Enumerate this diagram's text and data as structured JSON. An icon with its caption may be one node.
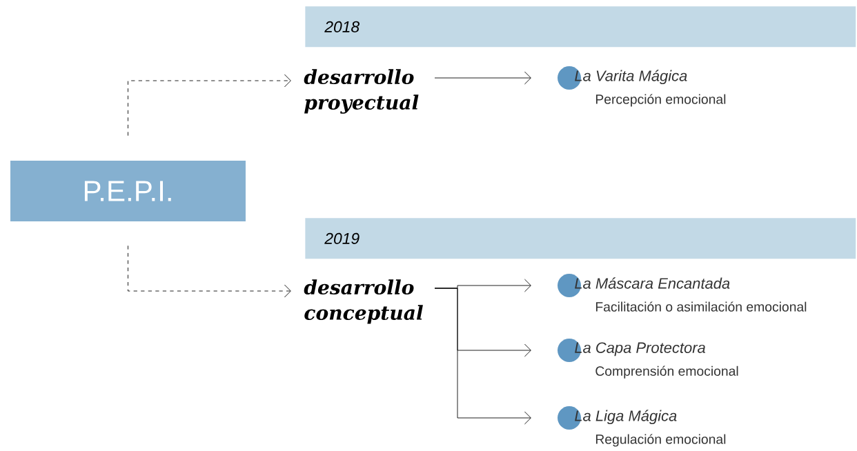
{
  "diagram": {
    "nodes": [
      {
        "text": [
          "P.E.P.I."
        ]
      },
      {
        "text": [
          "2018"
        ]
      },
      {
        "text": [
          "desarrollo proyectual"
        ]
      },
      {
        "text": [
          "La Varita Mágica",
          "Percepción emocional"
        ]
      },
      {
        "text": [
          "2019"
        ]
      },
      {
        "text": [
          "desarrollo conceptual"
        ]
      },
      {
        "text": [
          "La Máscara Encantada",
          "Facilitación o asimilación emocional"
        ]
      },
      {
        "text": [
          "La Capa Protectora",
          "Comprensión emocional"
        ]
      },
      {
        "text": [
          "La Liga Mágica",
          "Regulación emocional"
        ]
      }
    ],
    "edges": [
      {
        "from": 0,
        "to": 2,
        "arrow": "to",
        "style": "dashed"
      },
      {
        "from": 2,
        "to": 3,
        "arrow": "to"
      },
      {
        "from": 0,
        "to": 5,
        "arrow": "to",
        "style": "dashed"
      },
      {
        "from": 5,
        "to": 6,
        "arrow": "to"
      },
      {
        "from": 5,
        "to": 7,
        "arrow": "to"
      },
      {
        "from": 5,
        "to": 8,
        "arrow": "to"
      }
    ]
  }
}
